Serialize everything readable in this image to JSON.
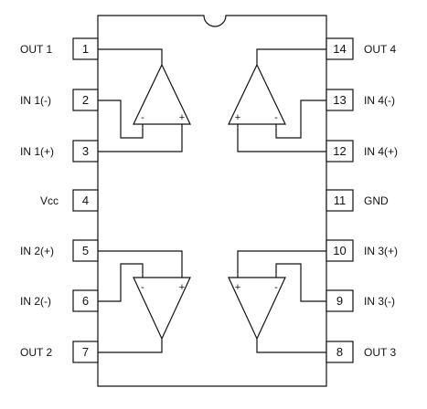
{
  "pins_left": [
    {
      "number": "1",
      "label": "OUT  1"
    },
    {
      "number": "2",
      "label": "IN  1(-)"
    },
    {
      "number": "3",
      "label": "IN  1(+)"
    },
    {
      "number": "4",
      "label": "Vcc"
    },
    {
      "number": "5",
      "label": "IN  2(+)"
    },
    {
      "number": "6",
      "label": "IN  2(-)"
    },
    {
      "number": "7",
      "label": "OUT  2"
    }
  ],
  "pins_right": [
    {
      "number": "14",
      "label": "OUT  4"
    },
    {
      "number": "13",
      "label": "IN  4(-)"
    },
    {
      "number": "12",
      "label": "IN  4(+)"
    },
    {
      "number": "11",
      "label": "GND"
    },
    {
      "number": "10",
      "label": "IN  3(+)"
    },
    {
      "number": "9",
      "label": "IN  3(-)"
    },
    {
      "number": "8",
      "label": "OUT  3"
    }
  ],
  "opamp_signs": {
    "inverting": "-",
    "noninverting": "+"
  }
}
